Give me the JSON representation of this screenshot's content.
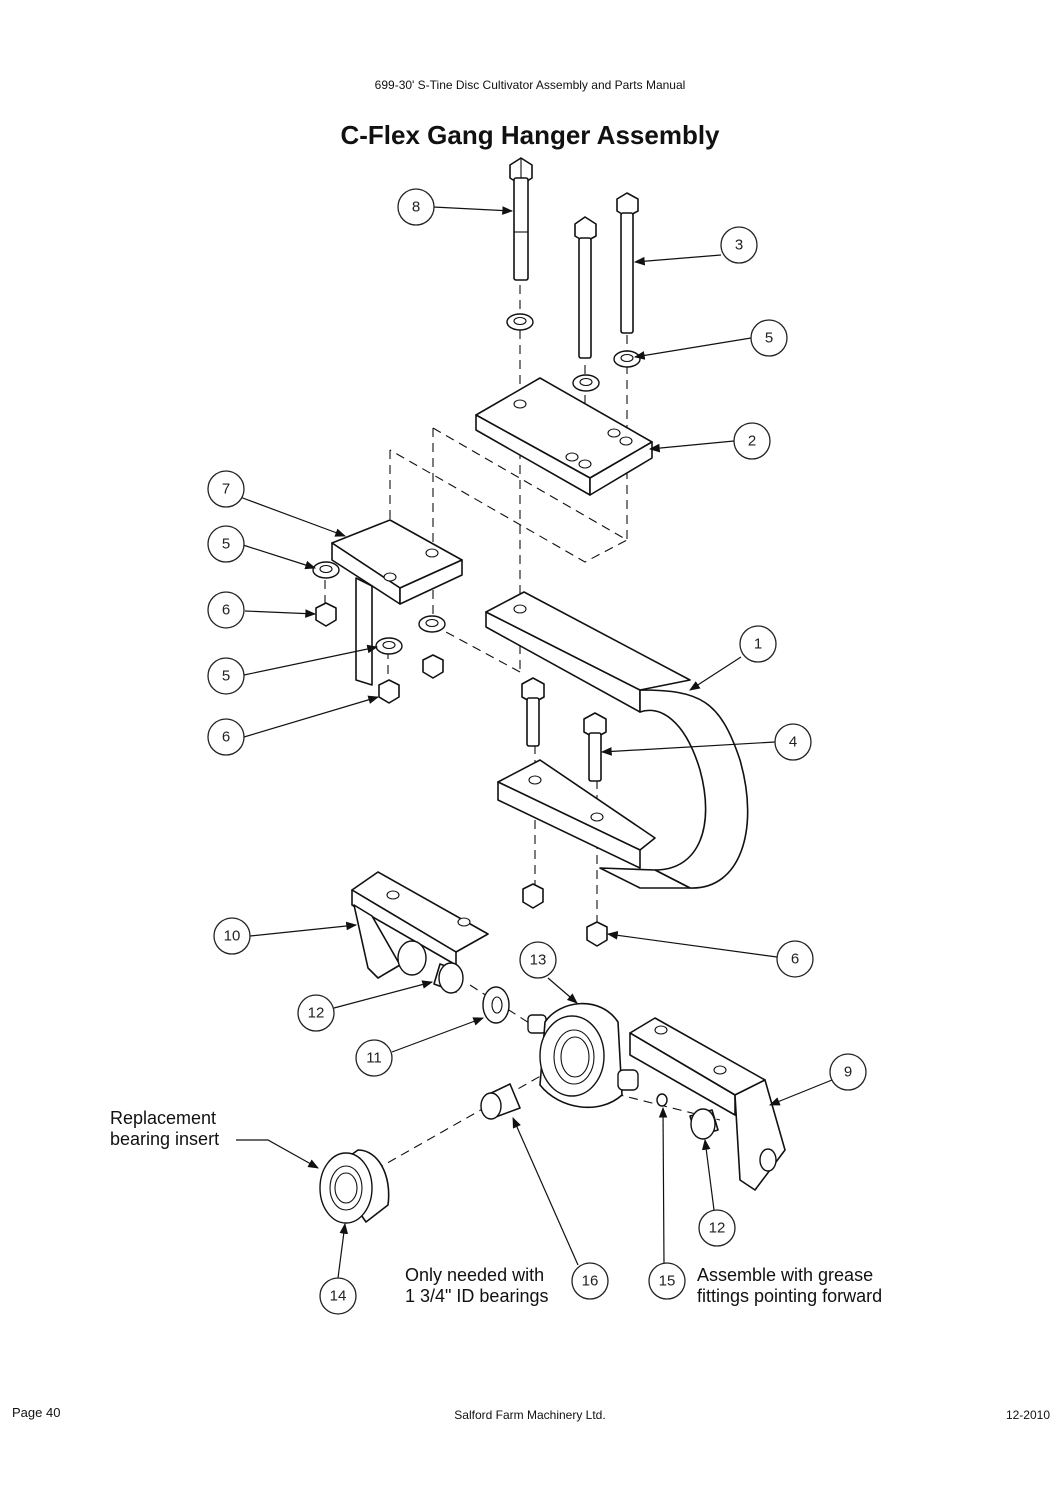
{
  "header": {
    "doc_title": "699-30' S-Tine Disc Cultivator Assembly and Parts Manual"
  },
  "title": "C-Flex Gang Hanger Assembly",
  "callouts": [
    "8",
    "3",
    "5",
    "2",
    "7",
    "5",
    "6",
    "1",
    "5",
    "4",
    "6",
    "10",
    "6",
    "13",
    "12",
    "9",
    "11",
    "12",
    "14",
    "16",
    "15"
  ],
  "notes": {
    "replacement_insert": "Replacement\nbearing insert",
    "only_needed": "Only needed with\n1 3/4\" ID bearings",
    "grease": "Assemble with grease\nfittings pointing forward"
  },
  "footer": {
    "page": "Page 40",
    "company": "Salford Farm Machinery Ltd.",
    "date": "12-2010"
  }
}
